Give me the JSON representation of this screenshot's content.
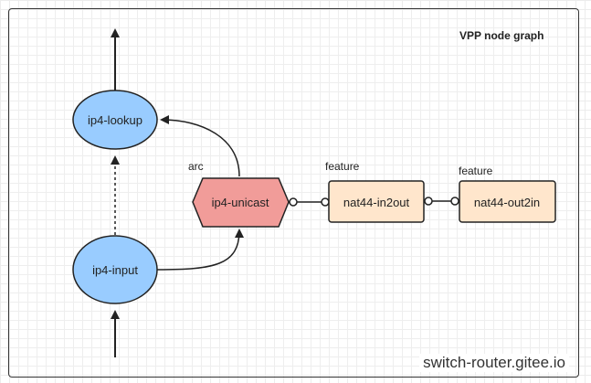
{
  "diagram": {
    "title": "VPP  node graph",
    "nodes": {
      "ip4_lookup": "ip4-lookup",
      "ip4_input": "ip4-input",
      "ip4_unicast": "ip4-unicast",
      "nat44_in2out": "nat44-in2out",
      "nat44_out2in": "nat44-out2in"
    },
    "labels": {
      "arc": "arc",
      "feature_1": "feature",
      "feature_2": "feature"
    },
    "colors": {
      "ellipse_fill": "#99ccff",
      "hexagon_fill": "#f19c99",
      "feature_fill": "#ffe6cc",
      "stroke": "#222222"
    }
  },
  "watermark": "switch-router.gitee.io"
}
